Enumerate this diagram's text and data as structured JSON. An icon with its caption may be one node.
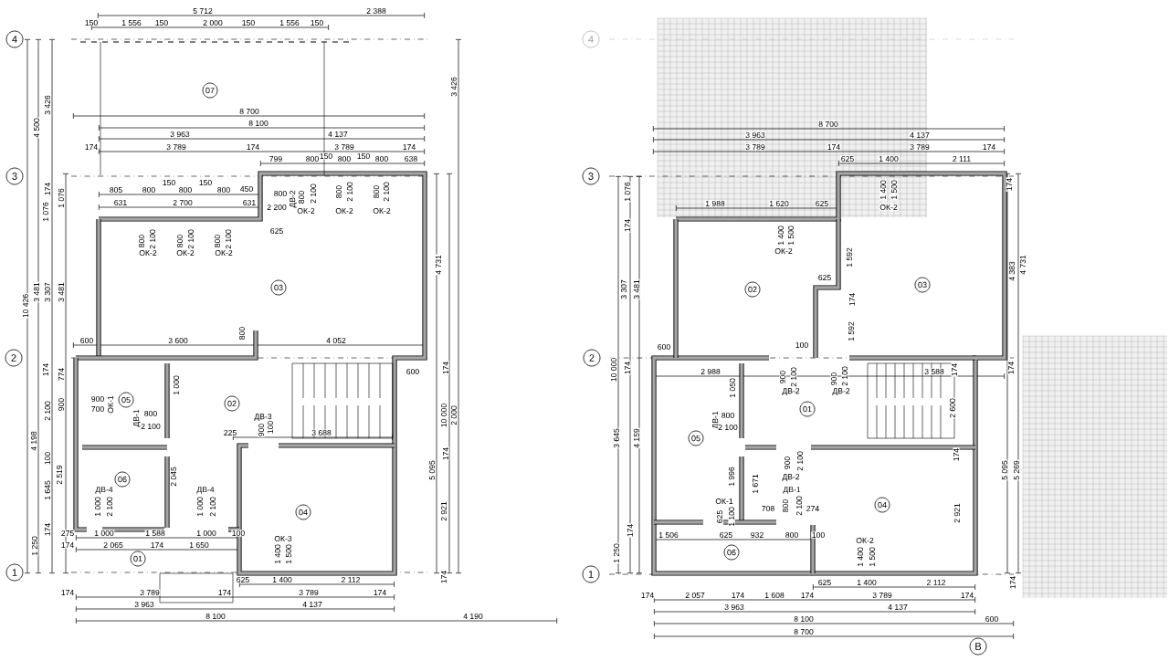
{
  "diagram": {
    "nodes": [
      {
        "text": [
          "4"
        ]
      },
      {
        "text": [
          "3"
        ]
      },
      {
        "text": [
          "2"
        ]
      },
      {
        "text": [
          "1"
        ]
      },
      {
        "text": [
          "07"
        ]
      },
      {
        "text": [
          "03"
        ]
      },
      {
        "text": [
          "05"
        ]
      },
      {
        "text": [
          "02"
        ]
      },
      {
        "text": [
          "06"
        ]
      },
      {
        "text": [
          "04"
        ]
      },
      {
        "text": [
          "01"
        ]
      },
      {
        "text": [
          "4"
        ]
      },
      {
        "text": [
          "3"
        ]
      },
      {
        "text": [
          "2"
        ]
      },
      {
        "text": [
          "1"
        ]
      },
      {
        "text": [
          "02"
        ]
      },
      {
        "text": [
          "03"
        ]
      },
      {
        "text": [
          "01"
        ]
      },
      {
        "text": [
          "05"
        ]
      },
      {
        "text": [
          "04"
        ]
      },
      {
        "text": [
          "06"
        ]
      },
      {
        "text": [
          "В"
        ]
      }
    ],
    "labels": [
      "5 712",
      "2 388",
      "150",
      "1 556",
      "150",
      "2 000",
      "150",
      "1 556",
      "150",
      "4 500",
      "3 426",
      "3 426",
      "8 700",
      "8 100",
      "3 963",
      "4 137",
      "174",
      "3 789",
      "174",
      "3 789",
      "174",
      "799",
      "800",
      "150",
      "800",
      "150",
      "800",
      "638",
      "174",
      "1 076",
      "1 076",
      "805",
      "800",
      "150",
      "800",
      "150",
      "800",
      "450",
      "631",
      "2 700",
      "631",
      "800",
      "2 200",
      "ДВ-2",
      "800",
      "2 100",
      "ОК-2",
      "800",
      "2 100",
      "ОК-2",
      "800",
      "2 100",
      "ОК-2",
      "625",
      "800",
      "2 100",
      "ОК-2",
      "800",
      "2 100",
      "ОК-2",
      "800",
      "2 100",
      "ОК-2",
      "4 731",
      "10 426",
      "3 481",
      "3 307",
      "3 481",
      "600",
      "3 600",
      "800",
      "4 052",
      "174",
      "774",
      "600",
      "174",
      "10 000",
      "2 000",
      "1 000",
      "900",
      "700",
      "ОК-1",
      "900",
      "2 100",
      "ДВ-1",
      "800",
      "2 100",
      "ДВ-3",
      "900",
      "100",
      "225",
      "3 688",
      "4 198",
      "174",
      "5 095",
      "100",
      "2 519",
      "1 645",
      "2 045",
      "ДВ-4",
      "1 000",
      "2 100",
      "ДВ-4",
      "1 000",
      "2 100",
      "2 921",
      "174",
      "1 250",
      "275",
      "1 000",
      "1 588",
      "1 000",
      "100",
      "174",
      "2 065",
      "174",
      "1 650",
      "ОК-3",
      "1 400",
      "1 500",
      "625",
      "1 400",
      "2 112",
      "174",
      "174",
      "3 789",
      "174",
      "3 789",
      "174",
      "3 963",
      "4 137",
      "8 100",
      "4 190",
      "8 700",
      "3 963",
      "4 137",
      "3 789",
      "174",
      "3 789",
      "174",
      "625",
      "1 400",
      "2 111",
      "1 076",
      "174",
      "1 400",
      "1 500",
      "ОК-2",
      "1 988",
      "1 620",
      "625",
      "174",
      "1 400",
      "1 500",
      "ОК-2",
      "1 592",
      "625",
      "174",
      "1 592",
      "4 383",
      "4 731",
      "3 307",
      "3 481",
      "600",
      "100",
      "10 000",
      "174",
      "2 988",
      "900",
      "2 100",
      "ДВ-2",
      "900",
      "2 100",
      "ДВ-2",
      "3 588",
      "174",
      "174",
      "1 050",
      "2 600",
      "ДВ-1",
      "800",
      "2 100",
      "3 645",
      "4 159",
      "1 996",
      "1 671",
      "900",
      "2 100",
      "ДВ-2",
      "174",
      "5 095",
      "5 269",
      "ОК-1",
      "625",
      "1 100",
      "708",
      "ДВ-1",
      "800",
      "2 100",
      "274",
      "2 921",
      "174",
      "1 250",
      "1 506",
      "625",
      "932",
      "800",
      "100",
      "ОК-2",
      "1 400",
      "1 500",
      "625",
      "1 400",
      "2 112",
      "174",
      "174",
      "2 057",
      "174",
      "1 608",
      "174",
      "3 789",
      "174",
      "3 963",
      "4 137",
      "8 100",
      "600",
      "8 700"
    ]
  }
}
